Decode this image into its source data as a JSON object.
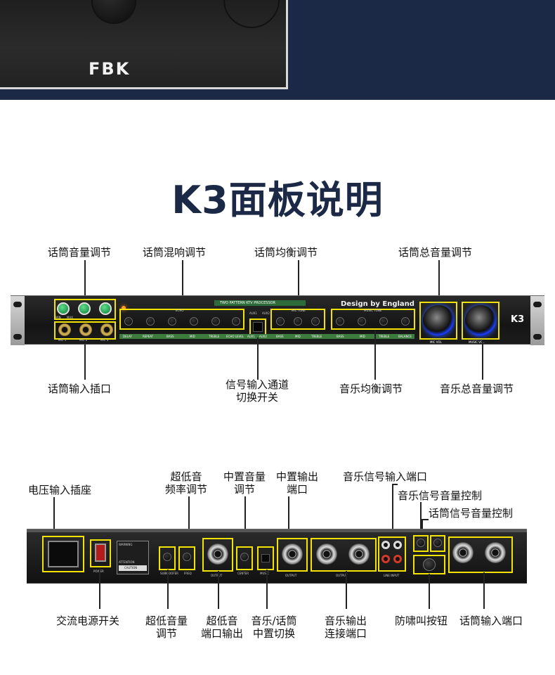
{
  "banner": {
    "brand_text": "FBK"
  },
  "headline": "K3面板说明",
  "front_panel": {
    "labels": {
      "mic_volume": "话筒音量调节",
      "mic_reverb": "话筒混响调节",
      "mic_eq": "话筒均衡调节",
      "mic_master": "话筒总音量调节",
      "mic_input": "话筒输入插口",
      "signal_switch_line1": "信号输入通道",
      "signal_switch_line2": "切换开关",
      "music_eq": "音乐均衡调节",
      "music_master": "音乐总音量调节"
    },
    "device_text": {
      "processor": "TWO PATTERN KTV PROCESSOR",
      "design": "Design by England",
      "model": "K3",
      "mic_vol": "MIC VOL",
      "music_vol": "MUSIC VOL",
      "aux1": "AUX1",
      "aux2": "AUX2",
      "echo": "ECHO",
      "mic_tone": "MIC TONE",
      "music_tone": "MUSIC TONE",
      "bottom_labels": [
        "DELAY",
        "REPEAT",
        "BASS",
        "MID",
        "TREBLE",
        "ECHO LEVEL",
        "AUX1",
        "AUX2",
        "BASS",
        "MID",
        "TREBLE",
        "BASS",
        "MID",
        "TREBLE",
        "BALANCE"
      ],
      "mic_jacks": [
        "MIC 1",
        "MIC 2",
        "MIC 3"
      ],
      "mic_knobs": [
        "MIN",
        "MAX"
      ]
    }
  },
  "rear_panel": {
    "labels": {
      "power_input": "电压输入插座",
      "sub_freq_line1": "超低音",
      "sub_freq_line2": "频率调节",
      "center_vol_line1": "中置音量",
      "center_vol_line2": "调节",
      "center_out_line1": "中置输出",
      "center_out_line2": "端口",
      "music_in_port": "音乐信号输入端口",
      "music_vol_ctrl": "音乐信号音量控制",
      "mic_vol_ctrl": "话筒信号音量控制",
      "ac_switch": "交流电源开关",
      "sub_vol_line1": "超低音量",
      "sub_vol_line2": "调节",
      "sub_out_line1": "超低音",
      "sub_out_line2": "端口输出",
      "music_mic_line1": "音乐/话筒",
      "music_mic_line2": "中置切换",
      "music_out_line1": "音乐输出",
      "music_out_line2": "连接端口",
      "anti_howl": "防啸叫按钮",
      "mic_in_port": "话筒输入端口"
    },
    "device_text": {
      "power": "POWER",
      "caution": "CAUTION",
      "warning": "WARNING",
      "attention": "ATTENTION",
      "subwoofer": "SUBWOOFER",
      "freq": "FREQ",
      "output": "OUTPUT",
      "center": "CENTER",
      "music": "MUSIC",
      "line_input": "LINE INPUT"
    }
  }
}
